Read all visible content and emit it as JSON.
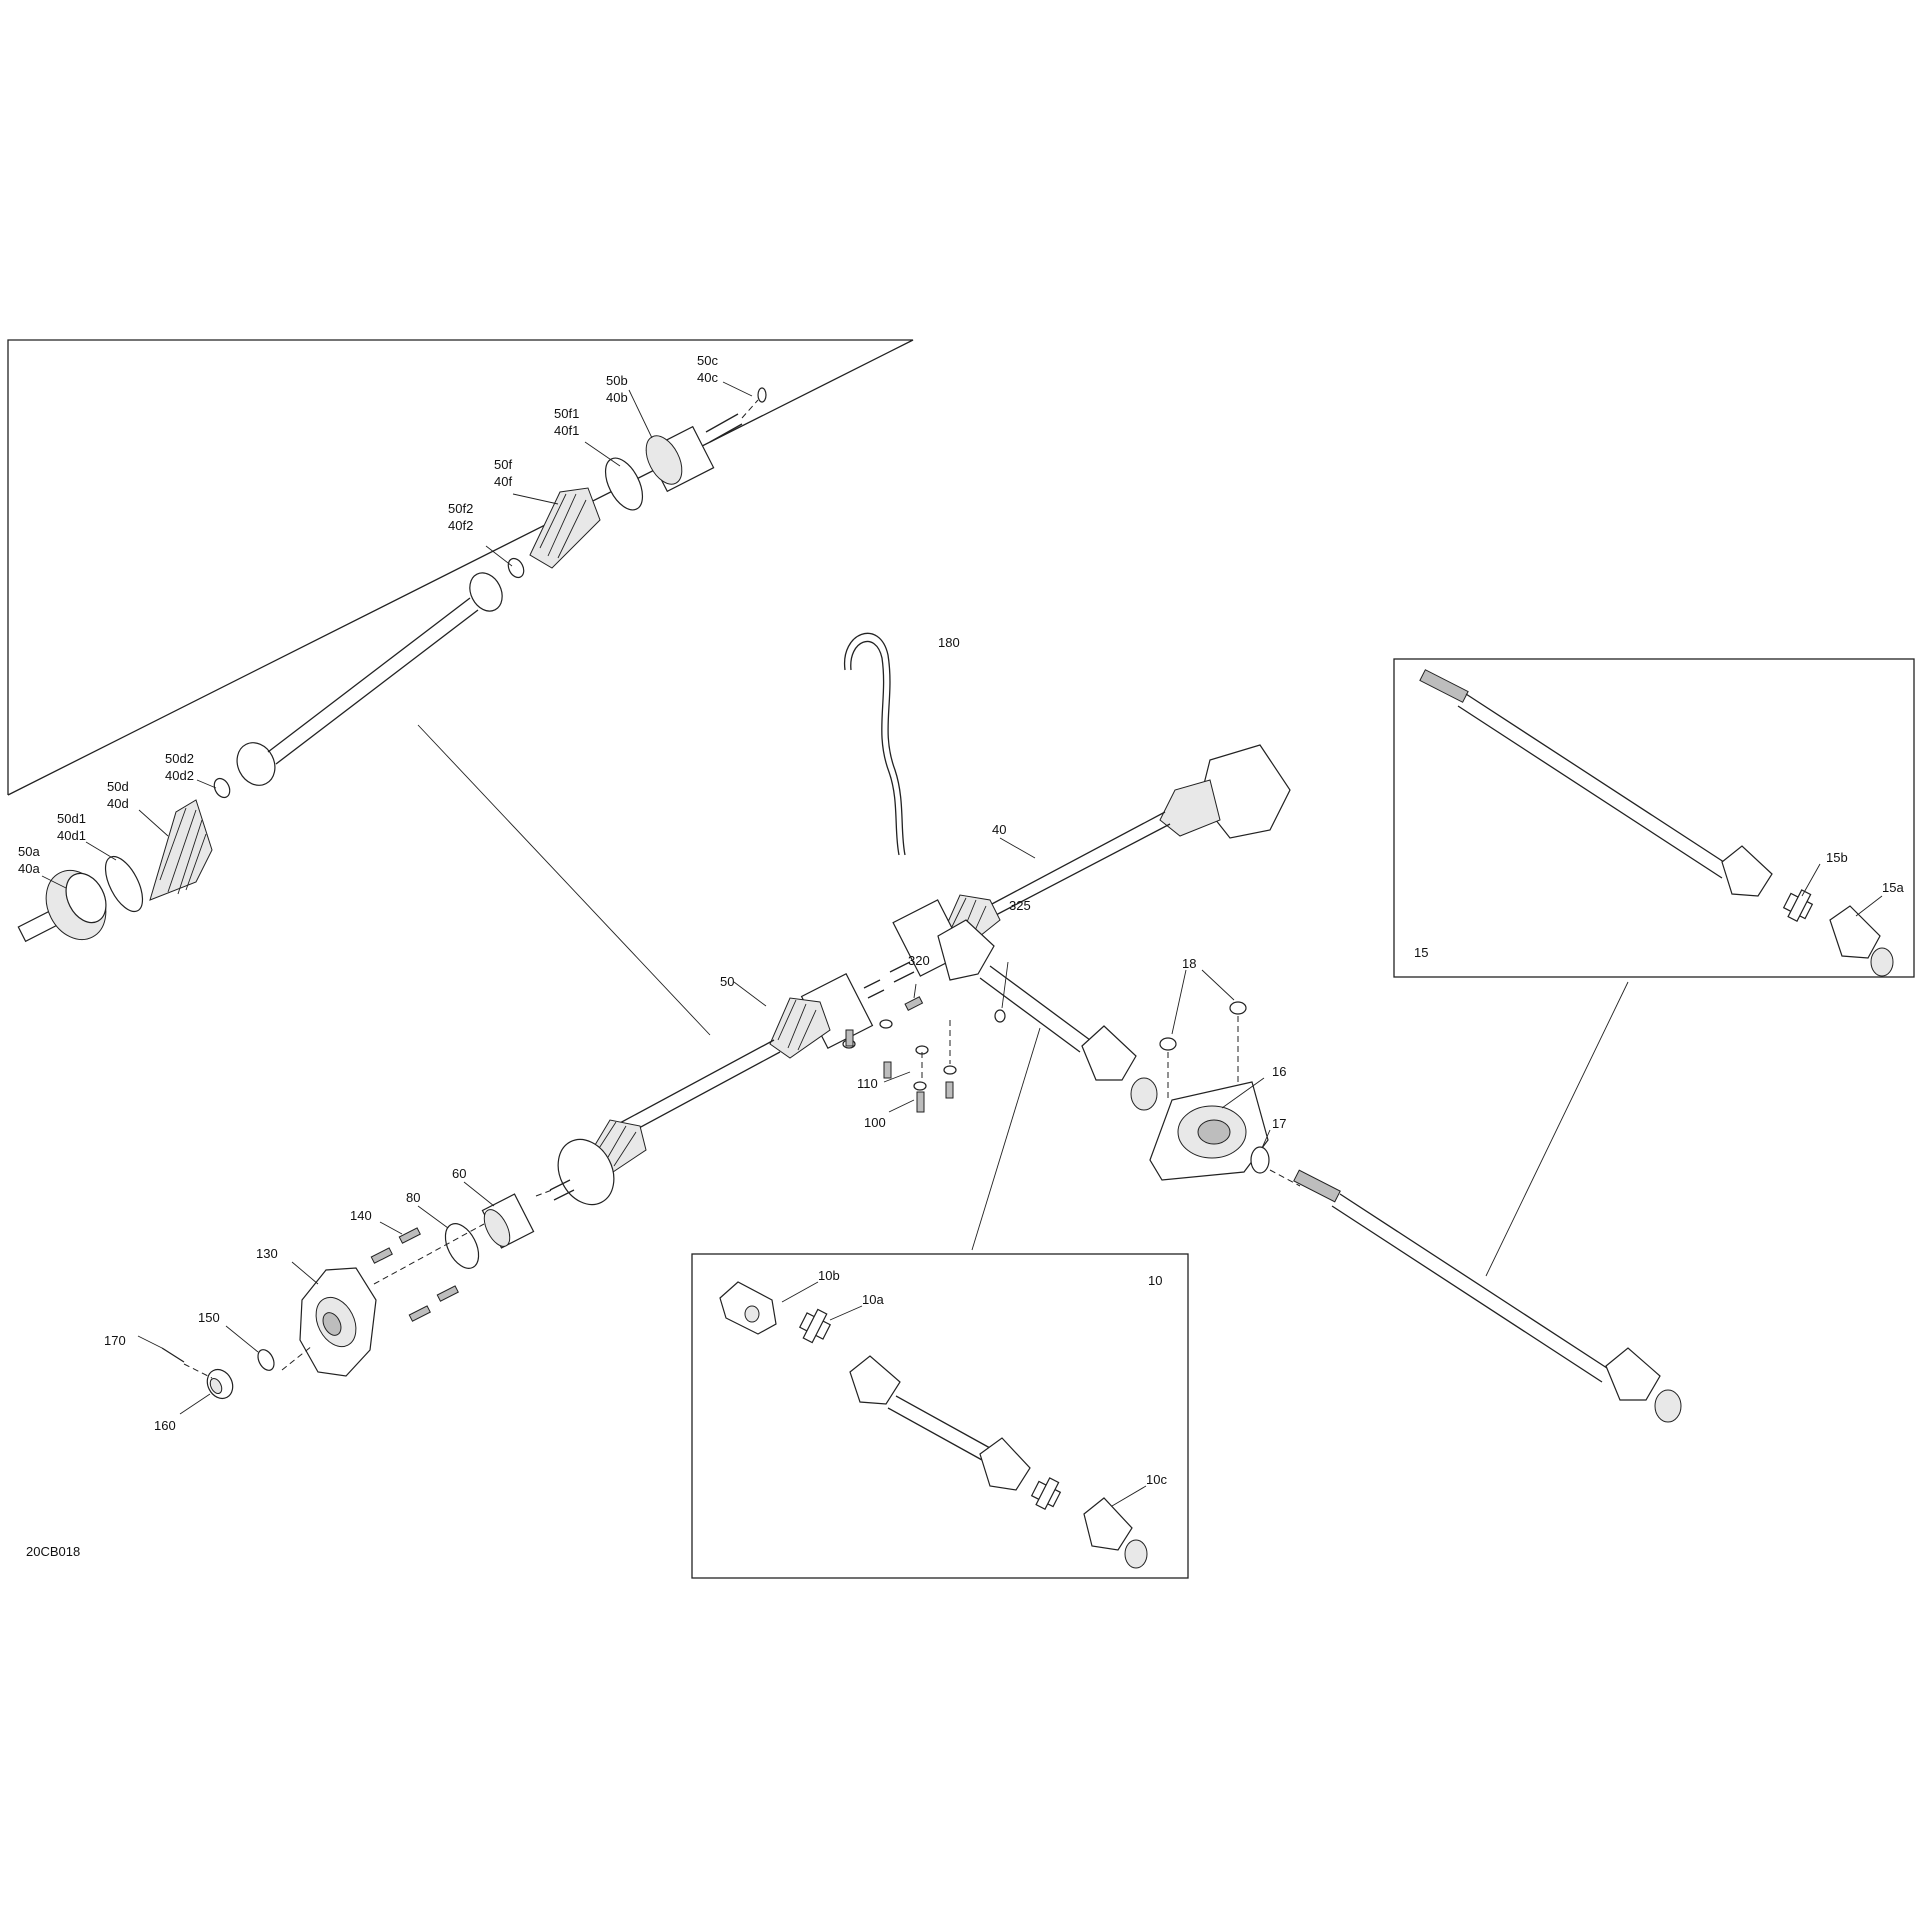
{
  "diagram_id": "20CB018",
  "callouts": {
    "c_50c": "50c",
    "c_40c": "40c",
    "c_50b": "50b",
    "c_40b": "40b",
    "c_50f1": "50f1",
    "c_40f1": "40f1",
    "c_50f": "50f",
    "c_40f": "40f",
    "c_50f2": "50f2",
    "c_40f2": "40f2",
    "c_50d2": "50d2",
    "c_40d2": "40d2",
    "c_50d": "50d",
    "c_40d": "40d",
    "c_50d1": "50d1",
    "c_40d1": "40d1",
    "c_50a": "50a",
    "c_40a": "40a",
    "c_180": "180",
    "c_40": "40",
    "c_325": "325",
    "c_320": "320",
    "c_50": "50",
    "c_18": "18",
    "c_16": "16",
    "c_17": "17",
    "c_110": "110",
    "c_100": "100",
    "c_60": "60",
    "c_80": "80",
    "c_140": "140",
    "c_130": "130",
    "c_150": "150",
    "c_170": "170",
    "c_160": "160",
    "c_15b": "15b",
    "c_15a": "15a",
    "c_15": "15",
    "c_10b": "10b",
    "c_10a": "10a",
    "c_10": "10",
    "c_10c": "10c"
  }
}
